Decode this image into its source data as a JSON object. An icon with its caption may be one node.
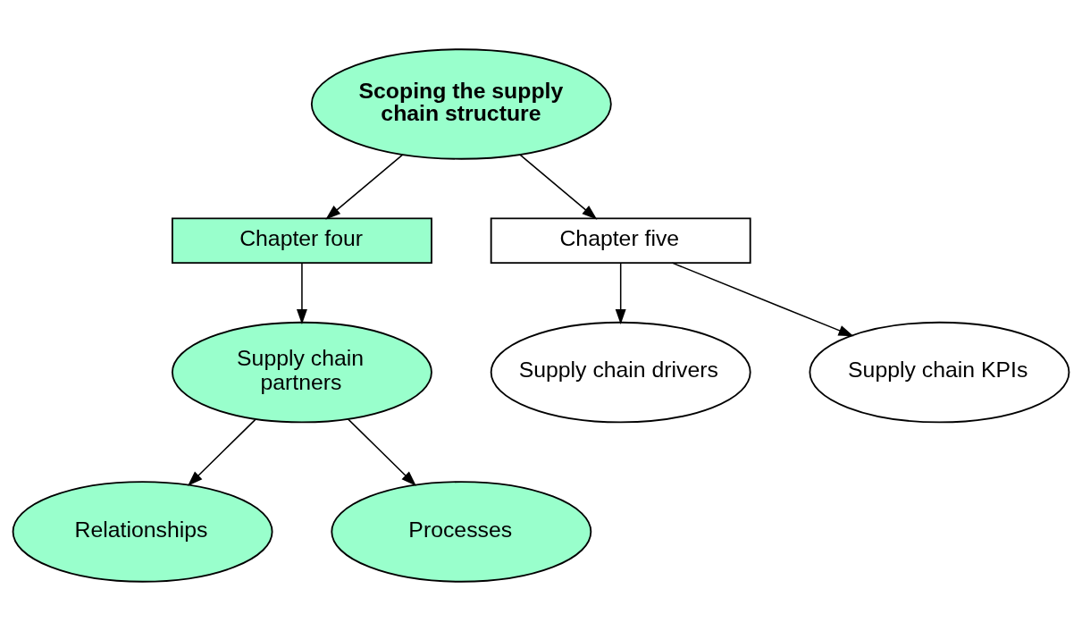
{
  "diagram": {
    "nodes": [
      {
        "text": [
          "Scoping the supply chain structure"
        ]
      },
      {
        "text": [
          "Chapter four"
        ]
      },
      {
        "text": [
          "Chapter five"
        ]
      },
      {
        "text": [
          "Supply chain partners"
        ]
      },
      {
        "text": [
          "Supply chain drivers"
        ]
      },
      {
        "text": [
          "Supply chain KPIs"
        ]
      },
      {
        "text": [
          "Relationships"
        ]
      },
      {
        "text": [
          "Processes"
        ]
      }
    ],
    "edges": [
      {
        "from": 0,
        "to": 1,
        "arrow": "to"
      },
      {
        "from": 0,
        "to": 2,
        "arrow": "to"
      },
      {
        "from": 1,
        "to": 3,
        "arrow": "to"
      },
      {
        "from": 2,
        "to": 4,
        "arrow": "to"
      },
      {
        "from": 2,
        "to": 5,
        "arrow": "to"
      },
      {
        "from": 3,
        "to": 6,
        "arrow": "to"
      },
      {
        "from": 3,
        "to": 7,
        "arrow": "to"
      }
    ]
  }
}
